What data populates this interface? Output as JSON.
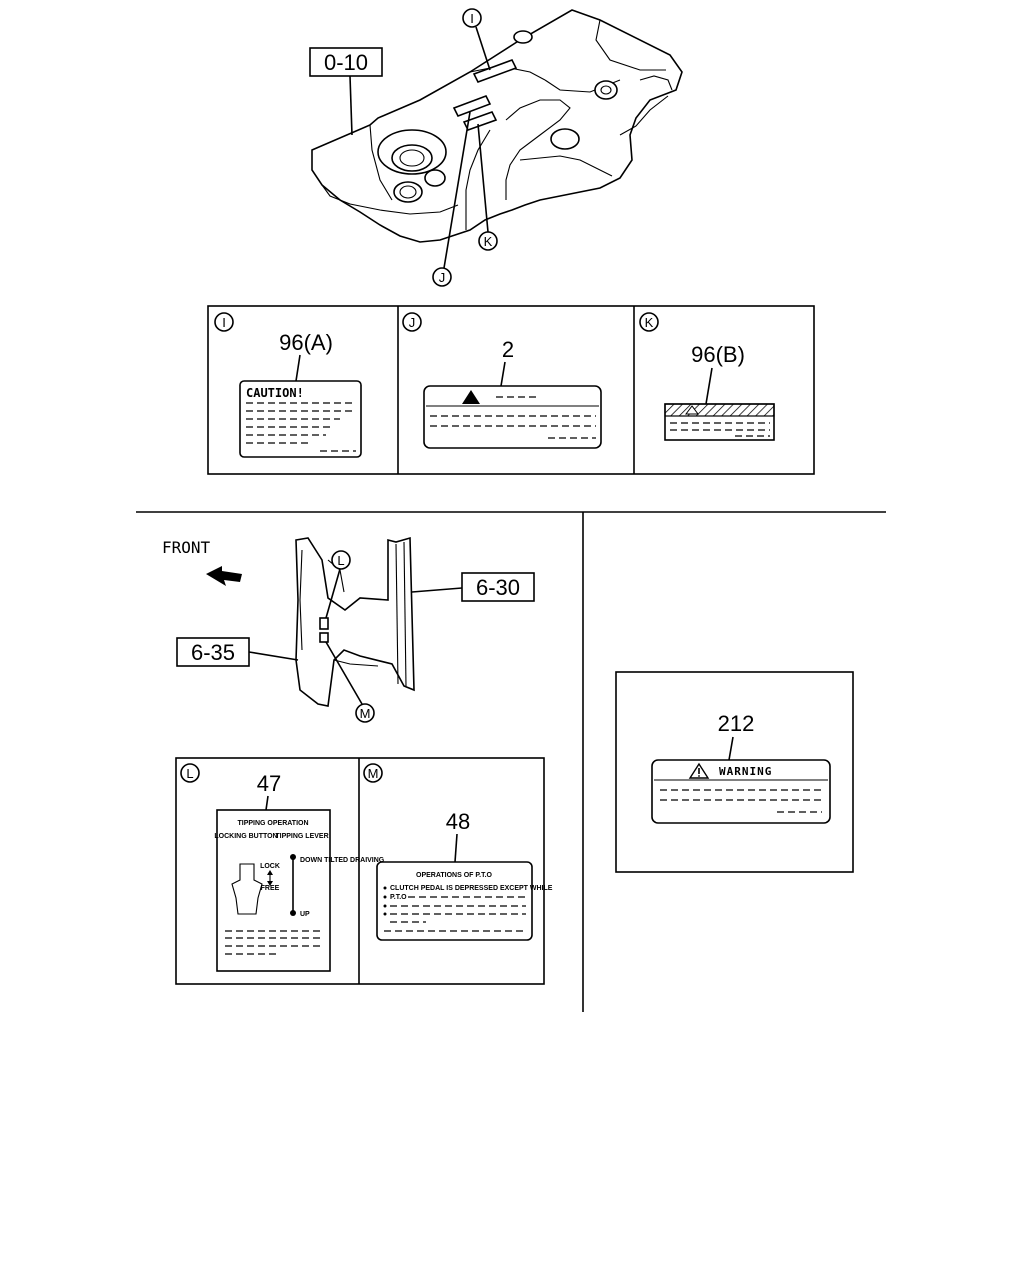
{
  "top_assembly": {
    "ref_box": "0-10",
    "callouts": {
      "i": "I",
      "j": "J",
      "k": "K"
    }
  },
  "label_panels_top": {
    "i": {
      "letter": "I",
      "part_no": "96(A)",
      "label_heading": "CAUTION!"
    },
    "j": {
      "letter": "J",
      "part_no": "2"
    },
    "k": {
      "letter": "K",
      "part_no": "96(B)"
    }
  },
  "bottom_left_assembly": {
    "front_label": "FRONT",
    "ref_box_a": "6-30",
    "ref_box_b": "6-35",
    "callouts": {
      "l": "L",
      "m": "M"
    }
  },
  "label_panels_bottom": {
    "l": {
      "letter": "L",
      "part_no": "47",
      "heading": "TIPPING OPERATION",
      "col_left": "LOCKING BUTTON",
      "col_right": "TIPPING LEVER",
      "lock": "LOCK",
      "free": "FREE",
      "lever_top": "DOWN TILTED DRAIVING",
      "lever_bottom": "UP"
    },
    "m": {
      "letter": "M",
      "part_no": "48",
      "heading": "OPERATIONS OF P.T.O",
      "line1": "CLUTCH PEDAL IS DEPRESSED EXCEPT WHILE",
      "line2": "P.T.O"
    }
  },
  "right_panel": {
    "part_no": "212",
    "heading": "WARNING"
  },
  "icons": [
    "warning-triangle-icon",
    "front-arrow-icon",
    "hatch-warning-strip-icon"
  ]
}
